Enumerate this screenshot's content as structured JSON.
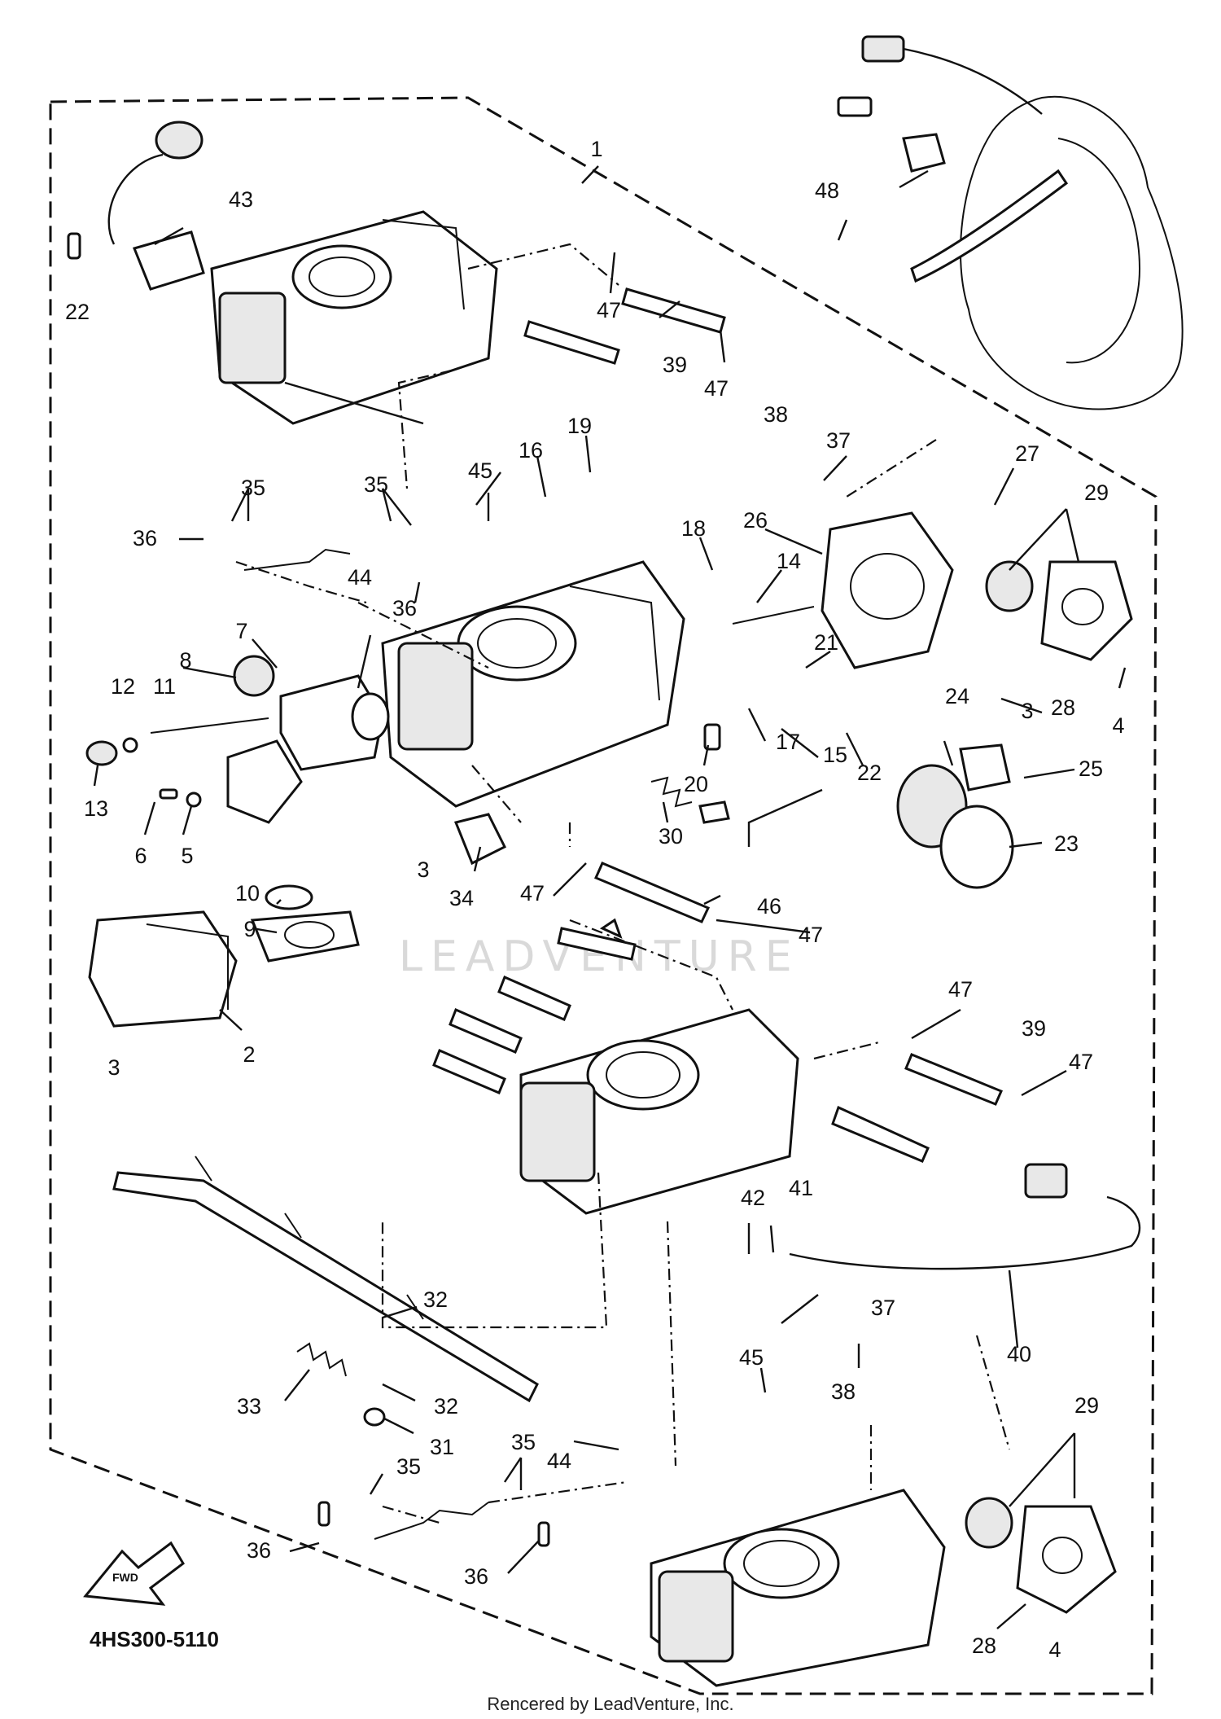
{
  "diagram": {
    "part_code": "4HS300-5110",
    "credit": "Rencered by LeadVenture, Inc.",
    "watermark": "LEADVENTURE",
    "fwd_label": "FWD",
    "callouts": [
      {
        "id": "c1",
        "label": "1"
      },
      {
        "id": "c2",
        "label": "2"
      },
      {
        "id": "c3a",
        "label": "3"
      },
      {
        "id": "c3b",
        "label": "3"
      },
      {
        "id": "c3c",
        "label": "3"
      },
      {
        "id": "c4a",
        "label": "4"
      },
      {
        "id": "c4b",
        "label": "4"
      },
      {
        "id": "c5",
        "label": "5"
      },
      {
        "id": "c6",
        "label": "6"
      },
      {
        "id": "c7",
        "label": "7"
      },
      {
        "id": "c8",
        "label": "8"
      },
      {
        "id": "c9",
        "label": "9"
      },
      {
        "id": "c10",
        "label": "10"
      },
      {
        "id": "c11",
        "label": "11"
      },
      {
        "id": "c12",
        "label": "12"
      },
      {
        "id": "c13",
        "label": "13"
      },
      {
        "id": "c14",
        "label": "14"
      },
      {
        "id": "c15",
        "label": "15"
      },
      {
        "id": "c16",
        "label": "16"
      },
      {
        "id": "c17",
        "label": "17"
      },
      {
        "id": "c18",
        "label": "18"
      },
      {
        "id": "c19",
        "label": "19"
      },
      {
        "id": "c20",
        "label": "20"
      },
      {
        "id": "c21",
        "label": "21"
      },
      {
        "id": "c22a",
        "label": "22"
      },
      {
        "id": "c22b",
        "label": "22"
      },
      {
        "id": "c23",
        "label": "23"
      },
      {
        "id": "c24",
        "label": "24"
      },
      {
        "id": "c25",
        "label": "25"
      },
      {
        "id": "c26",
        "label": "26"
      },
      {
        "id": "c27",
        "label": "27"
      },
      {
        "id": "c28a",
        "label": "28"
      },
      {
        "id": "c28b",
        "label": "28"
      },
      {
        "id": "c29a",
        "label": "29"
      },
      {
        "id": "c29b",
        "label": "29"
      },
      {
        "id": "c30",
        "label": "30"
      },
      {
        "id": "c31",
        "label": "31"
      },
      {
        "id": "c32a",
        "label": "32"
      },
      {
        "id": "c32b",
        "label": "32"
      },
      {
        "id": "c33",
        "label": "33"
      },
      {
        "id": "c34",
        "label": "34"
      },
      {
        "id": "c35a",
        "label": "35"
      },
      {
        "id": "c35b",
        "label": "35"
      },
      {
        "id": "c35c",
        "label": "35"
      },
      {
        "id": "c35d",
        "label": "35"
      },
      {
        "id": "c36a",
        "label": "36"
      },
      {
        "id": "c36b",
        "label": "36"
      },
      {
        "id": "c36c",
        "label": "36"
      },
      {
        "id": "c36d",
        "label": "36"
      },
      {
        "id": "c37a",
        "label": "37"
      },
      {
        "id": "c37b",
        "label": "37"
      },
      {
        "id": "c38a",
        "label": "38"
      },
      {
        "id": "c38b",
        "label": "38"
      },
      {
        "id": "c39a",
        "label": "39"
      },
      {
        "id": "c39b",
        "label": "39"
      },
      {
        "id": "c40",
        "label": "40"
      },
      {
        "id": "c41",
        "label": "41"
      },
      {
        "id": "c42",
        "label": "42"
      },
      {
        "id": "c43",
        "label": "43"
      },
      {
        "id": "c44a",
        "label": "44"
      },
      {
        "id": "c44b",
        "label": "44"
      },
      {
        "id": "c45a",
        "label": "45"
      },
      {
        "id": "c45b",
        "label": "45"
      },
      {
        "id": "c46",
        "label": "46"
      },
      {
        "id": "c47a",
        "label": "47"
      },
      {
        "id": "c47b",
        "label": "47"
      },
      {
        "id": "c47c",
        "label": "47"
      },
      {
        "id": "c47d",
        "label": "47"
      },
      {
        "id": "c47e",
        "label": "47"
      },
      {
        "id": "c47f",
        "label": "47"
      },
      {
        "id": "c48",
        "label": "48"
      }
    ]
  }
}
